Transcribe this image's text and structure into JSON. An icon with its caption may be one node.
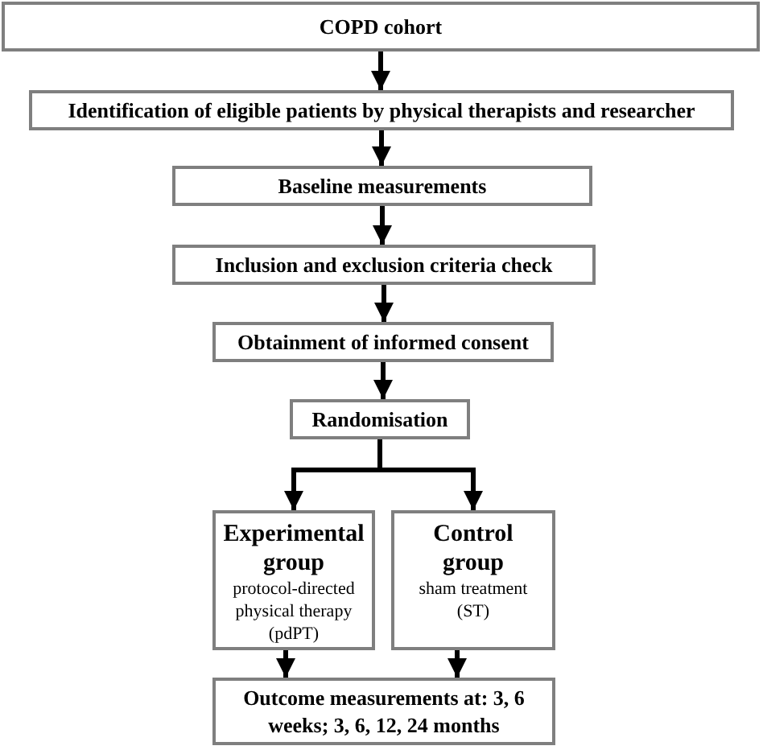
{
  "diagram": {
    "nodes": [
      {
        "text": [
          "COPD cohort"
        ]
      },
      {
        "text": [
          "Identification of eligible patients by physical therapists and researcher"
        ]
      },
      {
        "text": [
          "Baseline measurements"
        ]
      },
      {
        "text": [
          "Inclusion and exclusion criteria check"
        ]
      },
      {
        "text": [
          "Obtainment of informed consent"
        ]
      },
      {
        "text": [
          "Randomisation"
        ]
      },
      {
        "text": [
          "Experimental group",
          "protocol-directed physical therapy (pdPT)"
        ]
      },
      {
        "text": [
          "Control group",
          "sham treatment (ST)"
        ]
      },
      {
        "text": [
          "Outcome measurements at: 3, 6 weeks; 3, 6, 12, 24 months"
        ]
      }
    ],
    "edges": [
      {
        "from": 0,
        "to": 1,
        "arrow": "to"
      },
      {
        "from": 1,
        "to": 2,
        "arrow": "to"
      },
      {
        "from": 2,
        "to": 3,
        "arrow": "to"
      },
      {
        "from": 3,
        "to": 4,
        "arrow": "to"
      },
      {
        "from": 4,
        "to": 5,
        "arrow": "to"
      },
      {
        "from": 5,
        "to": 6,
        "arrow": "to"
      },
      {
        "from": 5,
        "to": 7,
        "arrow": "to"
      },
      {
        "from": 6,
        "to": 8,
        "arrow": "to"
      },
      {
        "from": 7,
        "to": 8,
        "arrow": "to"
      }
    ]
  }
}
